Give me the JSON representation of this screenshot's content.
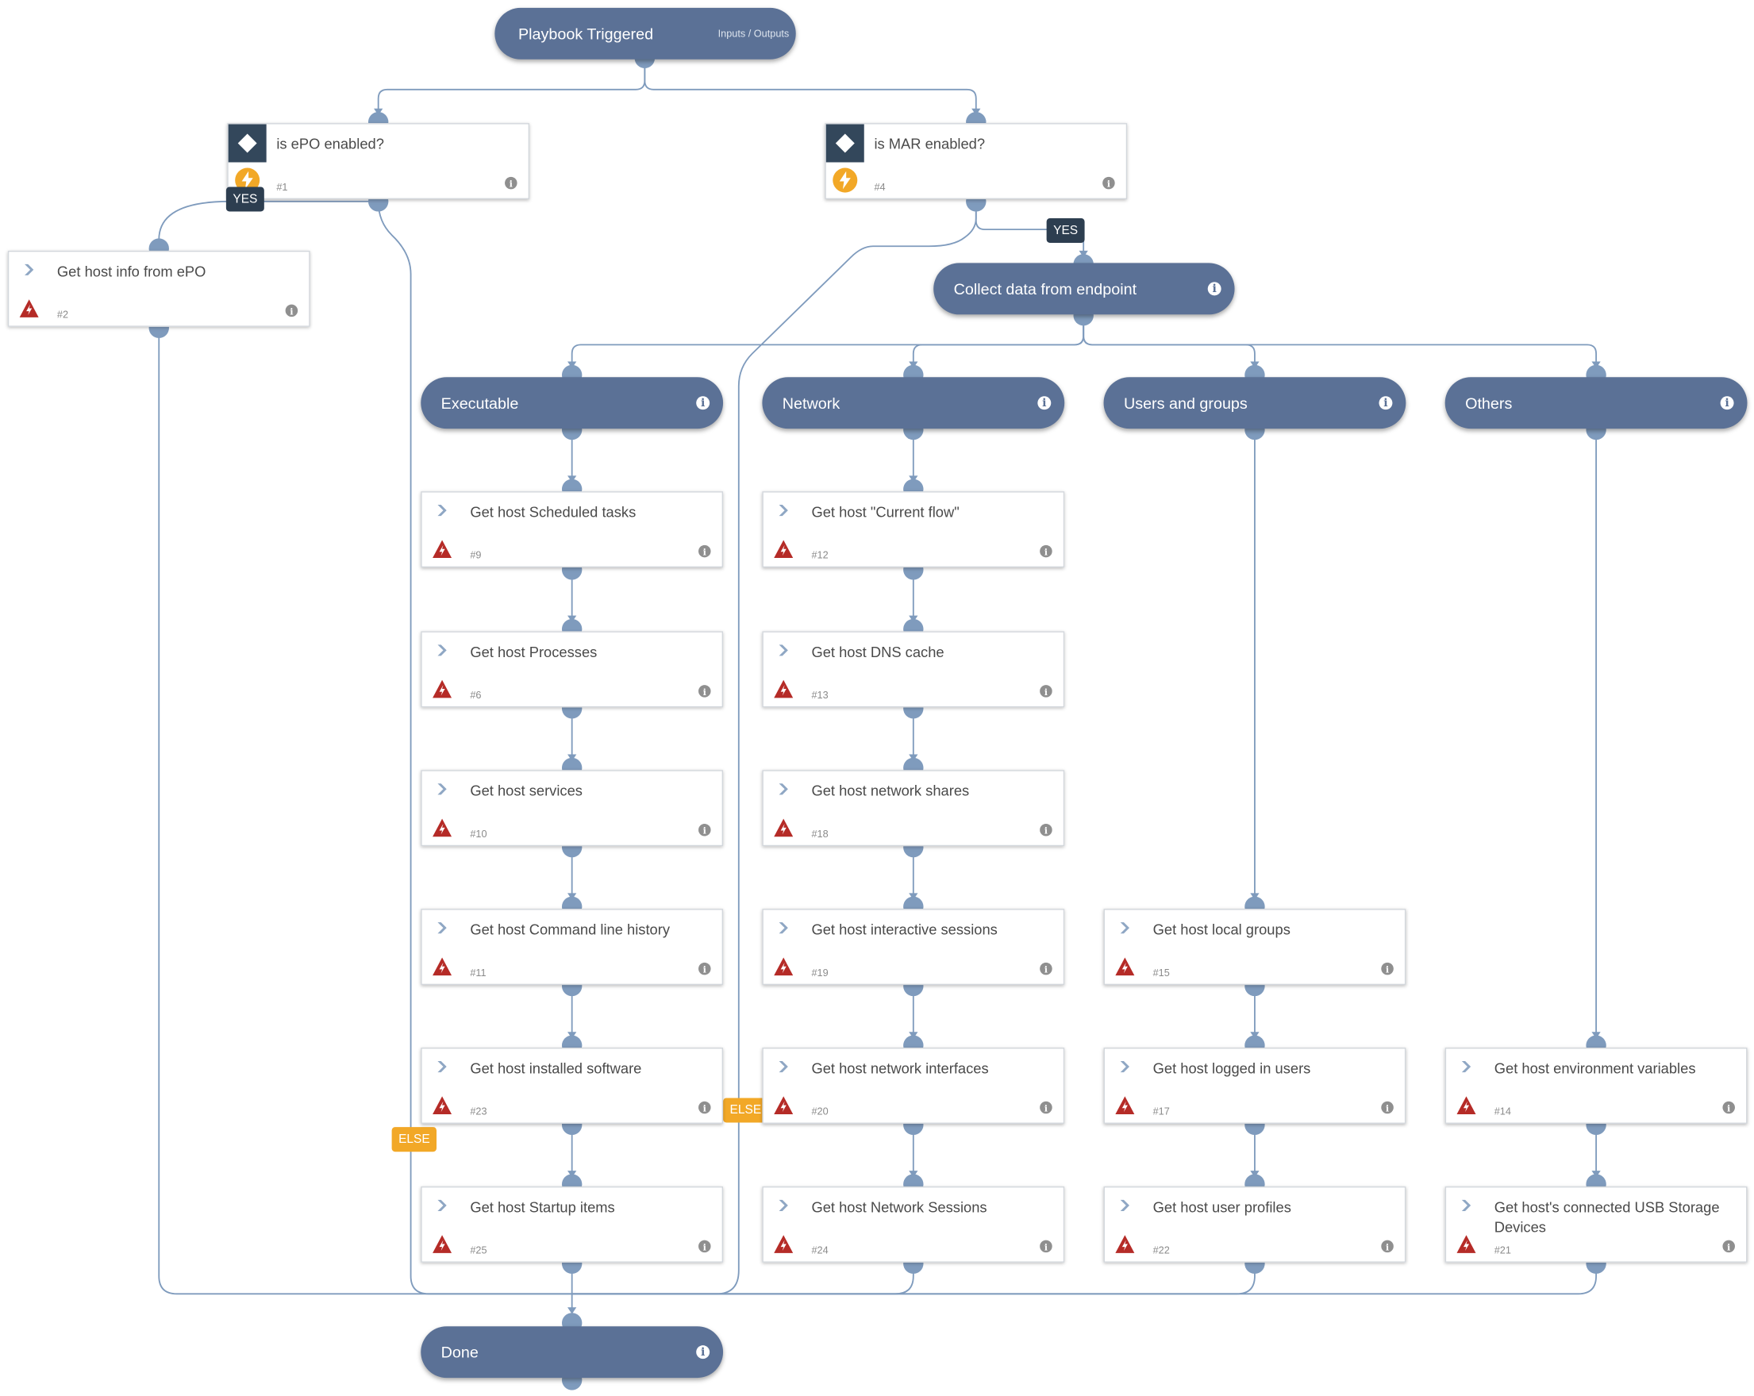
{
  "trigger": {
    "title": "Playbook Triggered",
    "io": "Inputs / Outputs"
  },
  "conditions": {
    "epo": {
      "title": "is ePO enabled?",
      "num": "#1"
    },
    "mar": {
      "title": "is MAR enabled?",
      "num": "#4"
    }
  },
  "sections": {
    "collect": "Collect data from endpoint",
    "executable": "Executable",
    "network": "Network",
    "users": "Users and groups",
    "others": "Others",
    "done": "Done"
  },
  "labels": {
    "yes": "YES",
    "else": "ELSE"
  },
  "tasks": {
    "t2": {
      "title": "Get host info from ePO",
      "num": "#2"
    },
    "t9": {
      "title": "Get host Scheduled tasks",
      "num": "#9"
    },
    "t6": {
      "title": "Get host Processes",
      "num": "#6"
    },
    "t10": {
      "title": "Get host services",
      "num": "#10"
    },
    "t11": {
      "title": "Get host Command line history",
      "num": "#11"
    },
    "t23": {
      "title": "Get host installed software",
      "num": "#23"
    },
    "t25": {
      "title": "Get host Startup items",
      "num": "#25"
    },
    "t12": {
      "title": "Get host \"Current flow\"",
      "num": "#12"
    },
    "t13": {
      "title": "Get host DNS cache",
      "num": "#13"
    },
    "t18": {
      "title": "Get host network shares",
      "num": "#18"
    },
    "t19": {
      "title": "Get host interactive sessions",
      "num": "#19"
    },
    "t20": {
      "title": "Get host network interfaces",
      "num": "#20"
    },
    "t24": {
      "title": "Get host Network Sessions",
      "num": "#24"
    },
    "t15": {
      "title": "Get host local groups",
      "num": "#15"
    },
    "t17": {
      "title": "Get host logged in users",
      "num": "#17"
    },
    "t22": {
      "title": "Get host user profiles",
      "num": "#22"
    },
    "t14": {
      "title": "Get host environment variables",
      "num": "#14"
    },
    "t21": {
      "title": "Get host's connected USB Storage Devices",
      "num": "#21"
    }
  },
  "colors": {
    "node": "#5b7196",
    "connector": "#7f9bbd",
    "yes": "#2d3e50",
    "else": "#f2a827",
    "warning": "#b52b27"
  }
}
